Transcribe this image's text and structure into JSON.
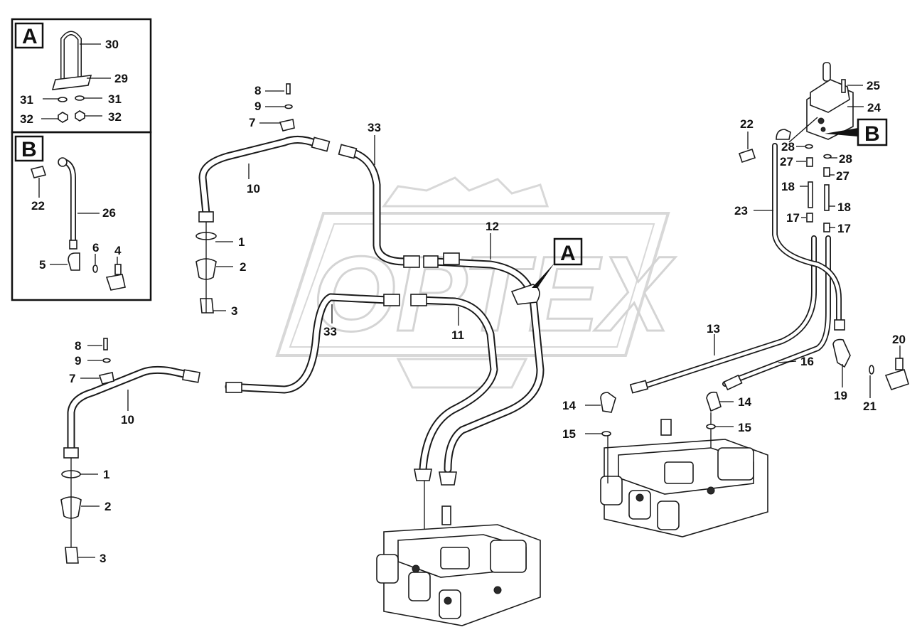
{
  "watermark": {
    "text": "ОРТЕХ"
  },
  "callouts": {
    "A": "A",
    "B": "B"
  },
  "labels": {
    "l1a": "1",
    "l1b": "1",
    "l2a": "2",
    "l2b": "2",
    "l3a": "3",
    "l3b": "3",
    "l4": "4",
    "l5": "5",
    "l6": "6",
    "l7a": "7",
    "l7b": "7",
    "l8a": "8",
    "l8b": "8",
    "l9a": "9",
    "l9b": "9",
    "l10a": "10",
    "l10b": "10",
    "l11": "11",
    "l12": "12",
    "l13": "13",
    "l14a": "14",
    "l14b": "14",
    "l15a": "15",
    "l15b": "15",
    "l16": "16",
    "l17a": "17",
    "l17b": "17",
    "l18a": "18",
    "l18b": "18",
    "l19": "19",
    "l20": "20",
    "l21": "21",
    "l22a": "22",
    "l22b": "22",
    "l23": "23",
    "l24": "24",
    "l25": "25",
    "l26": "26",
    "l27a": "27",
    "l27b": "27",
    "l28a": "28",
    "l28b": "28",
    "l29": "29",
    "l30": "30",
    "l31a": "31",
    "l31b": "31",
    "l32a": "32",
    "l32b": "32",
    "l33a": "33",
    "l33b": "33"
  }
}
